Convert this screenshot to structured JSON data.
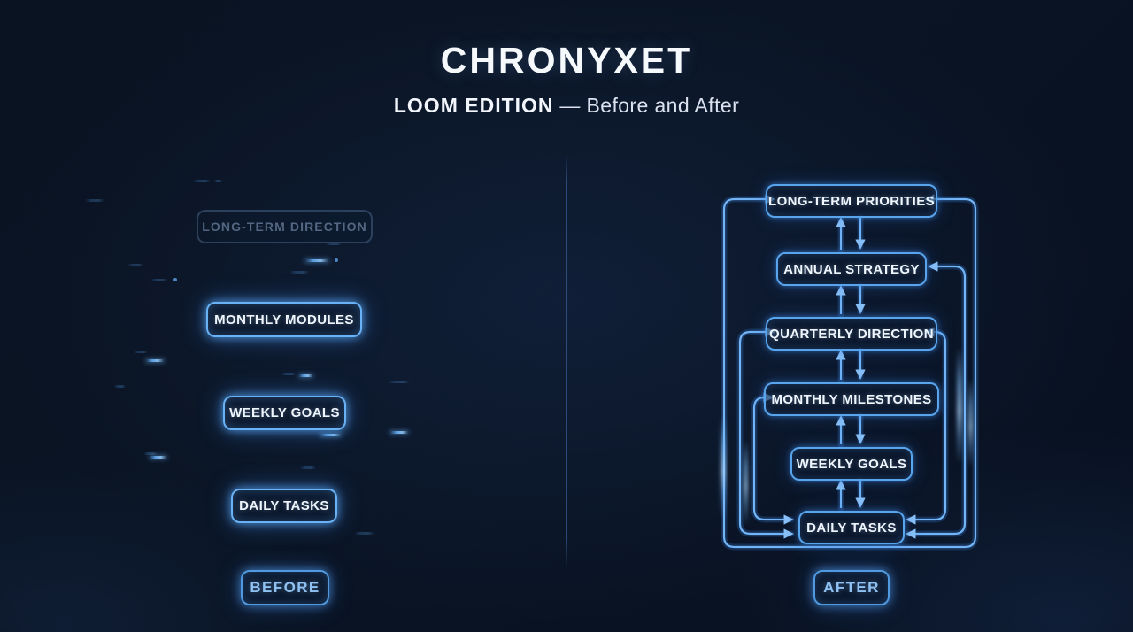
{
  "header": {
    "title": "CHRONYXET",
    "subtitle_bold": "LOOM EDITION",
    "subtitle_rest": " — Before and After"
  },
  "before_panel": {
    "badge": "BEFORE",
    "nodes": [
      {
        "label": "LONG-TERM DIRECTION",
        "state": "faded"
      },
      {
        "label": "MONTHLY MODULES",
        "state": "active"
      },
      {
        "label": "WEEKLY GOALS",
        "state": "active"
      },
      {
        "label": "DAILY TASKS",
        "state": "active"
      }
    ],
    "note": "levels disconnected, no arrows, top level faded out"
  },
  "after_panel": {
    "badge": "AFTER",
    "nodes": [
      {
        "label": "LONG-TERM PRIORITIES"
      },
      {
        "label": "ANNUAL STRATEGY"
      },
      {
        "label": "QUARTERLY DIRECTION"
      },
      {
        "label": "MONTHLY MILESTONES"
      },
      {
        "label": "WEEKLY GOALS"
      },
      {
        "label": "DAILY TASKS"
      }
    ],
    "connections": {
      "adjacent": "bidirectional up/down arrow pair between each consecutive level",
      "loops": [
        "LONG-TERM PRIORITIES <-> DAILY TASKS (outer loop around both sides)",
        "QUARTERLY DIRECTION <-> DAILY TASKS (left side)",
        "MONTHLY MILESTONES <-> DAILY TASKS (left side)",
        "ANNUAL STRATEGY <-> DAILY TASKS (right side)",
        "QUARTERLY DIRECTION <-> DAILY TASKS (right side)"
      ]
    }
  },
  "colors": {
    "background": "#0a1322",
    "accent_border": "#58a5ee",
    "wire": "#72b4f6",
    "glow": "#2f6fc0",
    "box_text": "#eef5fd",
    "badge_text": "#8fc2f2",
    "faded_text": "#8096b6",
    "divider": "#4074b6"
  }
}
